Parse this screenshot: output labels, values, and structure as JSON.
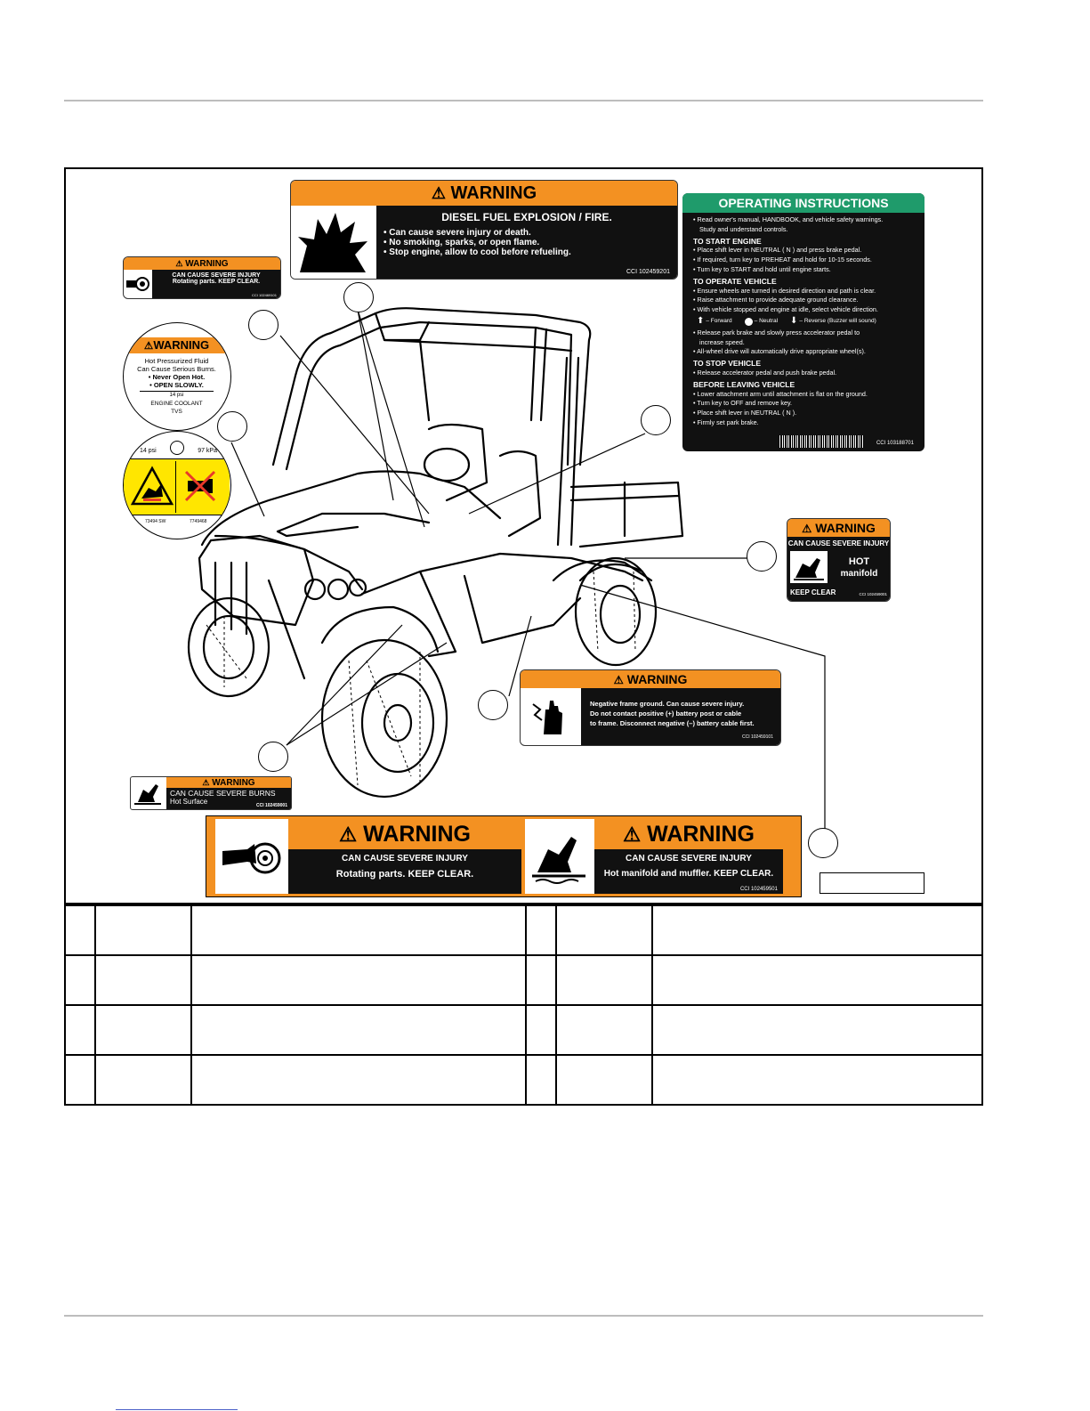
{
  "decals": {
    "diesel": {
      "header": "WARNING",
      "title": "DIESEL FUEL EXPLOSION / FIRE.",
      "lines": [
        "• Can cause severe injury or death.",
        "• No smoking, sparks, or open flame.",
        "• Stop engine, allow to cool before refueling."
      ],
      "code": "CCI 102459201"
    },
    "rotating_small": {
      "header": "WARNING",
      "line1": "CAN CAUSE SEVERE INJURY",
      "line2": "Rotating parts. KEEP CLEAR.",
      "code": "CCI 102469101"
    },
    "coolant": {
      "header": "WARNING",
      "lines": [
        "Hot Pressurized Fluid",
        "Can Cause Serious Burns.",
        "• Never Open Hot.",
        "• OPEN SLOWLY."
      ],
      "psi": "14 psi",
      "label1": "ENGINE COOLANT",
      "label2": "TVS"
    },
    "cap": {
      "psi_left": "14 psi",
      "kpa": "97 kPa",
      "code_left": "73494 SW",
      "code_right": "7749468"
    },
    "operating": {
      "title": "OPERATING INSTRUCTIONS",
      "intro": [
        "• Read owner's manual, HANDBOOK, and vehicle safety warnings.",
        "  Study and understand controls."
      ],
      "start_title": "TO START ENGINE",
      "start": [
        "• Place shift lever in NEUTRAL ( N ) and press brake pedal.",
        "• If required, turn key to PREHEAT and hold for 10-15 seconds.",
        "• Turn key to START and hold until engine starts."
      ],
      "operate_title": "TO OPERATE VEHICLE",
      "operate": [
        "• Ensure wheels are turned in desired direction and path is clear.",
        "• Raise attachment to provide adequate ground clearance.",
        "• With vehicle stopped and engine at idle, select vehicle direction."
      ],
      "dir_forward": "– Forward",
      "dir_neutral": "– Neutral",
      "dir_reverse": "– Reverse (Buzzer will sound)",
      "operate2": [
        "• Release park brake and slowly press accelerator pedal to",
        "  increase speed.",
        "• All-wheel drive will automatically drive appropriate wheel(s)."
      ],
      "stop_title": "TO STOP VEHICLE",
      "stop": [
        "• Release accelerator pedal and push brake pedal."
      ],
      "leave_title": "BEFORE LEAVING VEHICLE",
      "leave": [
        "• Lower attachment arm until attachment is flat on the ground.",
        "• Turn key to OFF and remove key.",
        "• Place shift lever in NEUTRAL ( N ).",
        "• Firmly set park brake."
      ],
      "code": "CCI 103188701"
    },
    "hot_manifold": {
      "header": "WARNING",
      "line1": "CAN CAUSE SEVERE INJURY",
      "hot": "HOT",
      "manifold": "manifold",
      "keep": "KEEP CLEAR",
      "code": "CCI 102459001"
    },
    "battery": {
      "header": "WARNING",
      "lines": [
        "Negative frame ground.  Can cause severe injury.",
        "Do not contact positive (+) battery post or cable",
        "to frame. Disconnect negative (–) battery cable first."
      ],
      "code": "CCI 102459101"
    },
    "burns": {
      "header": "WARNING",
      "line1": "CAN CAUSE SEVERE BURNS",
      "line2": "Hot Surface",
      "code": "CCI 102459001"
    },
    "combo_left": {
      "header": "WARNING",
      "line1": "CAN CAUSE SEVERE INJURY",
      "line2": "Rotating parts. KEEP CLEAR."
    },
    "combo_right": {
      "header": "WARNING",
      "line1": "CAN CAUSE SEVERE INJURY",
      "line2": "Hot manifold and muffler. KEEP CLEAR.",
      "code": "CCI 102459501"
    }
  },
  "colors": {
    "warning_orange": "#f39122",
    "decal_black": "#111111",
    "instructions_green": "#1f9b6b"
  }
}
